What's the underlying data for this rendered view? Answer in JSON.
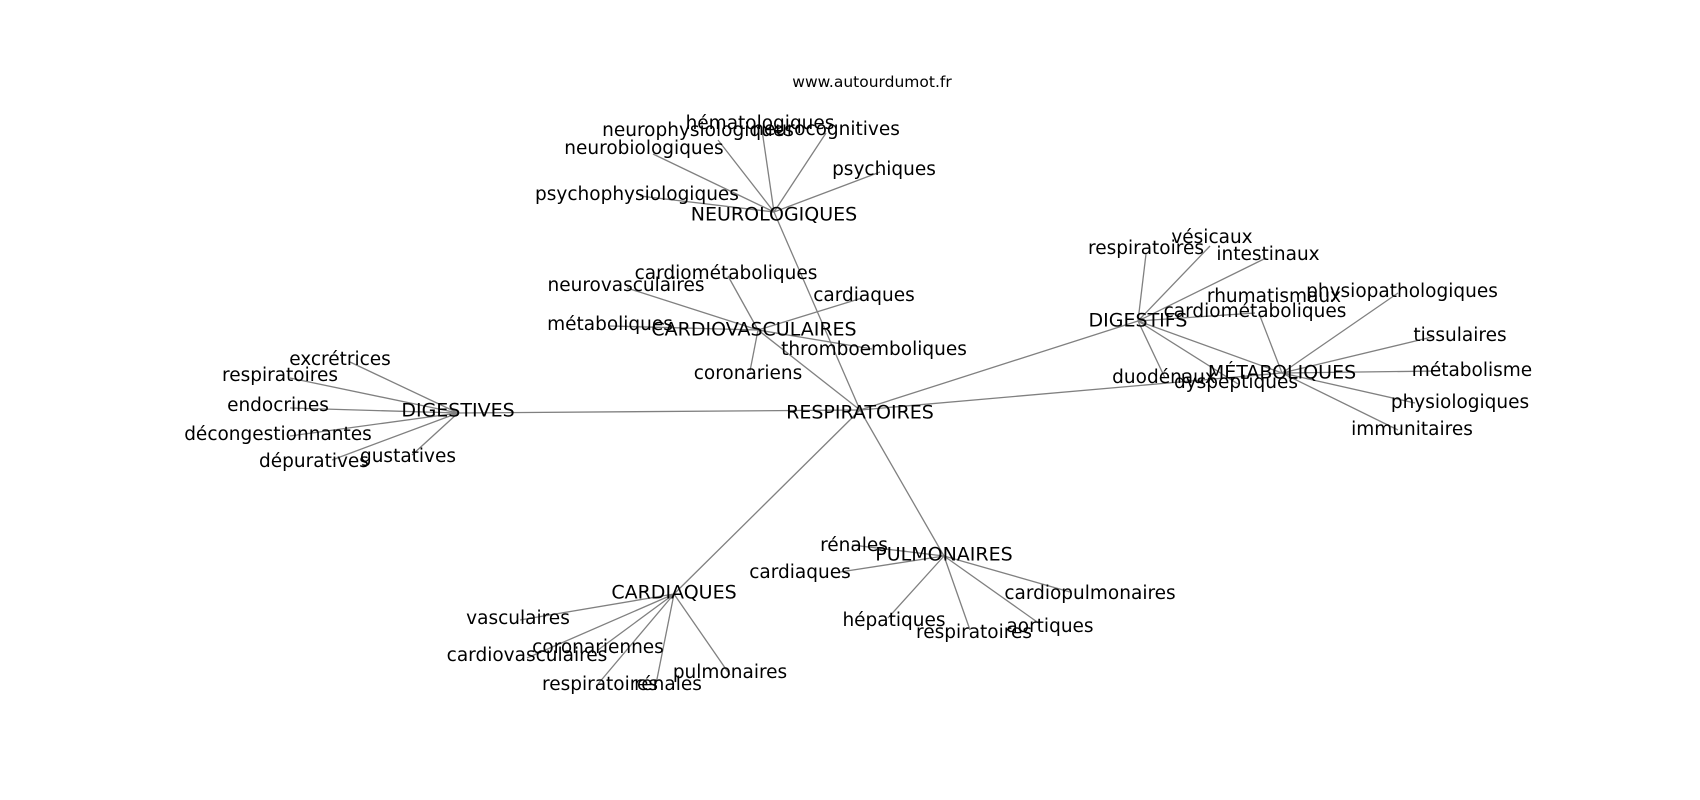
{
  "credit": "www.autourdumot.fr",
  "colors": {
    "edge": "#808080",
    "text": "#000000",
    "background": "#ffffff"
  },
  "nodes": {
    "respiratoires_center": "RESPIRATOIRES",
    "neurologiques": "NEUROLOGIQUES",
    "cardiovasculaires": "CARDIOVASCULAIRES",
    "digestives": "DIGESTIVES",
    "digestifs": "DIGESTIFS",
    "metaboliques": "MÉTABOLIQUES",
    "pulmonaires": "PULMONAIRES",
    "cardiaques": "CARDIAQUES",
    "n_hematologiques": "hématologiques",
    "n_neurophysiologiques": "neurophysiologiques",
    "n_neurocognitives": "neurocognitives",
    "n_neurobiologiques": "neurobiologiques",
    "n_psychiques": "psychiques",
    "n_psychophysiologiques": "psychophysiologiques",
    "cv_cardiometaboliques": "cardiométaboliques",
    "cv_neurovasculaires": "neurovasculaires",
    "cv_cardiaques": "cardiaques",
    "cv_metaboliques": "métaboliques",
    "cv_thromboemboliques": "thromboemboliques",
    "cv_coronariens": "coronariens",
    "dv_excretrices": "excrétrices",
    "dv_respiratoires": "respiratoires",
    "dv_endocrines": "endocrines",
    "dv_decongestionnantes": "décongestionnantes",
    "dv_depuratives": "dépuratives",
    "dv_gustatives": "gustatives",
    "df_vesicaux": "vésicaux",
    "df_respiratoires": "respiratoires",
    "df_intestinaux": "intestinaux",
    "df_cardiometaboliques": "cardiométaboliques",
    "df_duodenaux": "duodénaux",
    "df_dyspeptiques": "dyspeptiques",
    "m_rhumatismaux": "rhumatismaux",
    "m_physiopathologiques": "physiopathologiques",
    "m_tissulaires": "tissulaires",
    "m_metabolisme": "métabolisme",
    "m_physiologiques": "physiologiques",
    "m_immunitaires": "immunitaires",
    "p_renales": "rénales",
    "p_cardiaques": "cardiaques",
    "p_cardiopulmonaires": "cardiopulmonaires",
    "p_hepatiques": "hépatiques",
    "p_respiratoires": "respiratoires",
    "p_aortiques": "aortiques",
    "c_vasculaires": "vasculaires",
    "c_coronariennes": "coronariennes",
    "c_cardiovasculaires": "cardiovasculaires",
    "c_respiratoires": "respiratoires",
    "c_renales": "rénales",
    "c_pulmonaires": "pulmonaires"
  }
}
